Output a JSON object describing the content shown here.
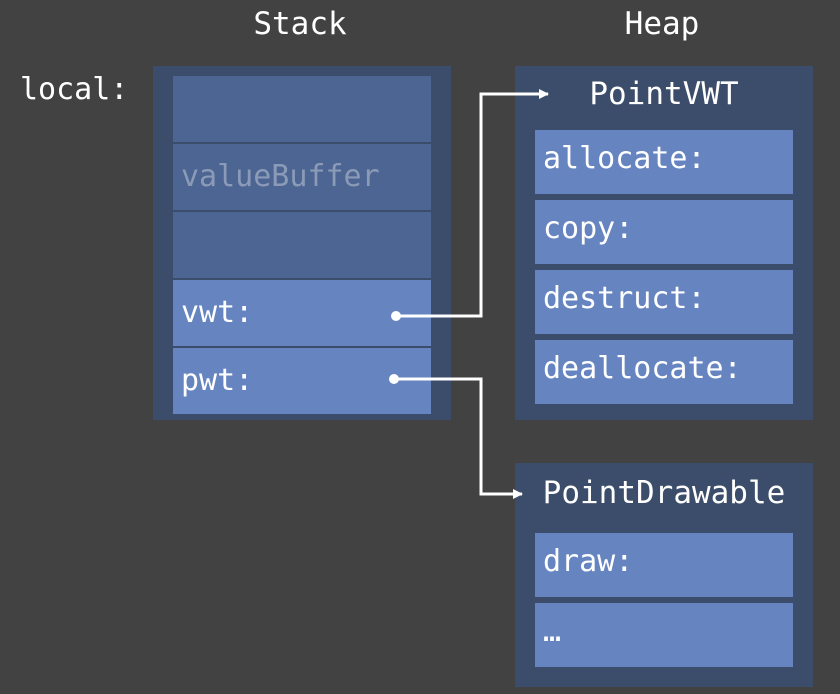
{
  "headings": {
    "stack": "Stack",
    "heap": "Heap"
  },
  "local_label": "local:",
  "stack": {
    "slots": [
      {
        "text": ""
      },
      {
        "text": "valueBuffer"
      },
      {
        "text": ""
      },
      {
        "text": "vwt:"
      },
      {
        "text": "pwt:"
      }
    ]
  },
  "vwt_table": {
    "title": "PointVWT",
    "entries": [
      "allocate:",
      "copy:",
      "destruct:",
      "deallocate:"
    ]
  },
  "pwt_table": {
    "title": "PointDrawable",
    "entries": [
      "draw:",
      "…"
    ]
  },
  "colors": {
    "background": "#424242",
    "panel": "#3b4d6a",
    "slot_dim": "#4c6593",
    "slot_bright": "#6685c0",
    "connector": "#ffffff"
  }
}
